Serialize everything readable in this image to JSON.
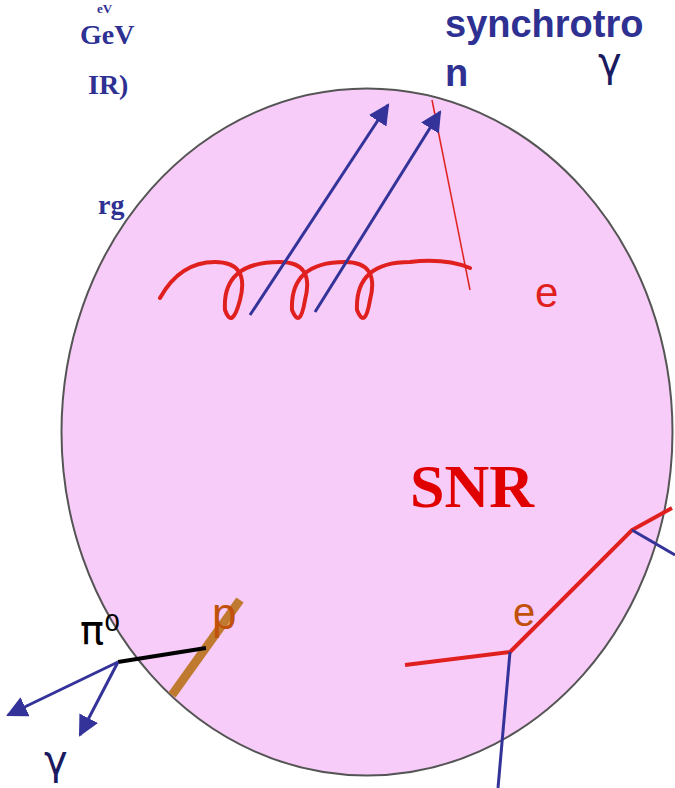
{
  "diagram": {
    "nodes": [
      {
        "text": [
          "SNR"
        ]
      }
    ],
    "labels": [
      "eV",
      "GeV",
      "IR)",
      "rg",
      "synchrotro n",
      "γ",
      "e",
      "p",
      "π⁰",
      "e",
      "γ"
    ]
  }
}
